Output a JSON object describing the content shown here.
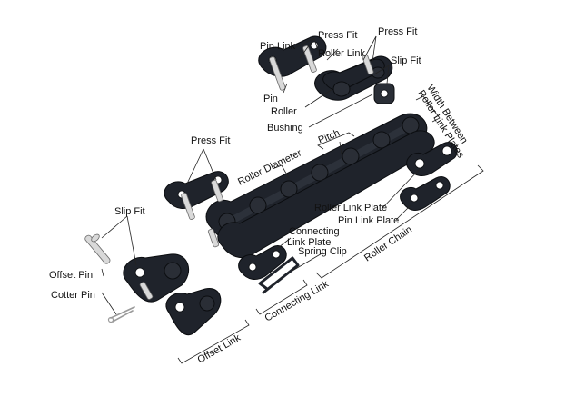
{
  "labels": {
    "pin_link": "Pin Link",
    "press_fit_top_left": "Press Fit",
    "roller_link": "Roller Link",
    "press_fit_top_right": "Press Fit",
    "slip_fit_top": "Slip Fit",
    "pin": "Pin",
    "roller": "Roller",
    "bushing": "Bushing",
    "width_between_line1": "Width Between",
    "width_between_line2": "Roller Link Plates",
    "pitch": "Pitch",
    "press_fit_mid": "Press Fit",
    "roller_diameter": "Roller Diameter",
    "slip_fit_left": "Slip Fit",
    "roller_link_plate": "Roller Link Plate",
    "pin_link_plate": "Pin Link Plate",
    "connecting_link_plate_line1": "Connecting",
    "connecting_link_plate_line2": "Link Plate",
    "spring_clip": "Spring Clip",
    "roller_chain": "Roller Chain",
    "offset_pin": "Offset Pin",
    "cotter_pin": "Cotter Pin",
    "connecting_link": "Connecting Link",
    "offset_link": "Offset Link"
  },
  "colors": {
    "metal_dark": "#1f232b",
    "pin_silver": "#d9d9d9"
  }
}
